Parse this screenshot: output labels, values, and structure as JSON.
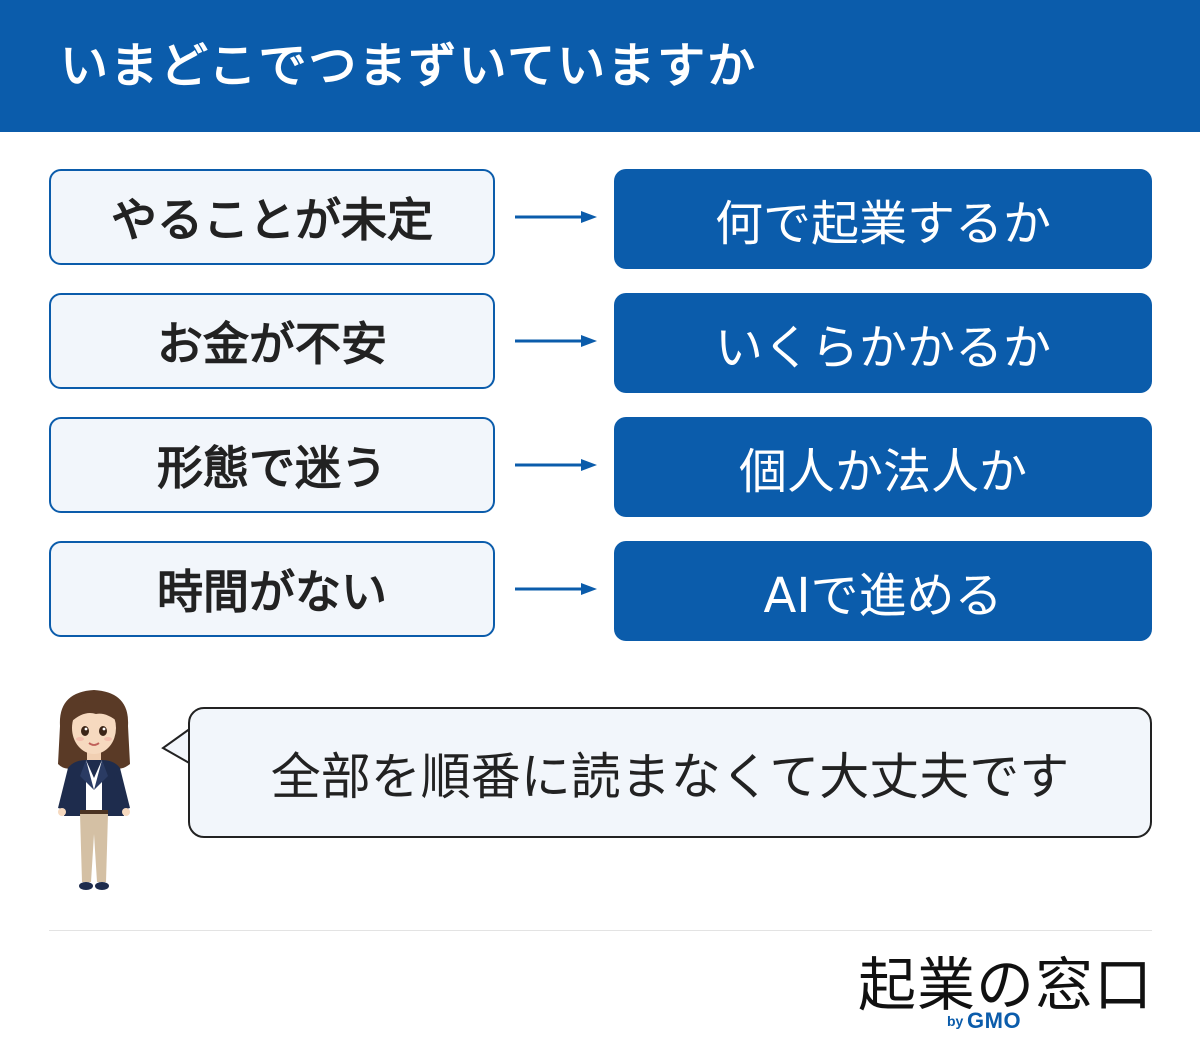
{
  "header": {
    "title": "いまどこでつまずいていますか"
  },
  "rows": [
    {
      "problem": "やることが未定",
      "solution": "何で起業するか"
    },
    {
      "problem": "お金が不安",
      "solution": "いくらかかるか"
    },
    {
      "problem": "形態で迷う",
      "solution": "個人か法人か"
    },
    {
      "problem": "時間がない",
      "solution": "AIで進める"
    }
  ],
  "speech": {
    "text": "全部を順番に読まなくて大丈夫です"
  },
  "logo": {
    "main": "起業の窓口",
    "by": "by",
    "brand": "GMO"
  },
  "colors": {
    "accent": "#0b5cab",
    "box_fill": "#f2f6fb",
    "text": "#222222"
  }
}
